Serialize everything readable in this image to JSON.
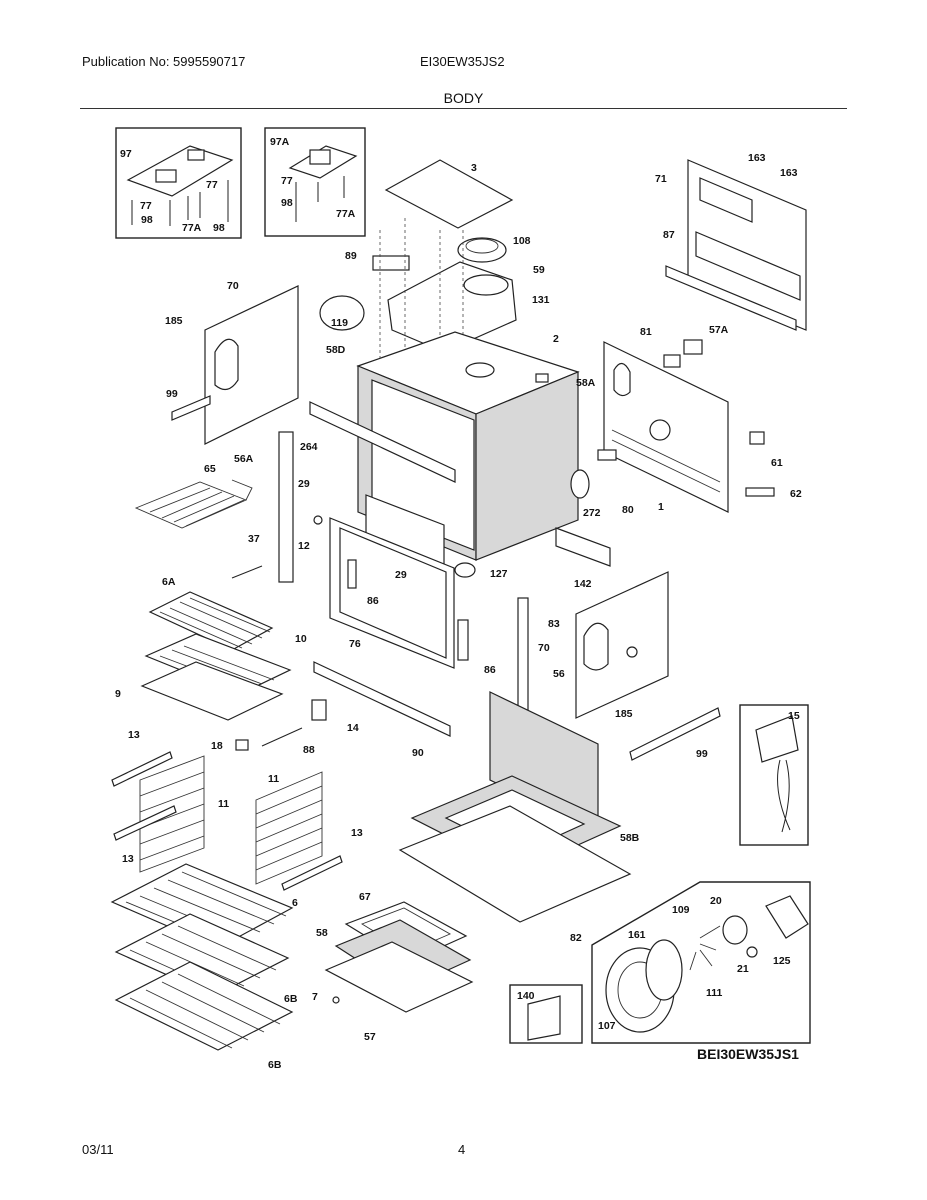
{
  "header": {
    "publication": "Publication No: 5995590717",
    "model": "EI30EW35JS2",
    "section": "BODY"
  },
  "footer": {
    "date": "03/11",
    "page": "4"
  },
  "diagram": {
    "reference": "BEI30EW35JS1",
    "callouts": [
      "97",
      "77",
      "98",
      "77A",
      "97A",
      "3",
      "108",
      "89",
      "59",
      "131",
      "119",
      "58D",
      "2",
      "163",
      "71",
      "87",
      "81",
      "57A",
      "58A",
      "70",
      "185",
      "99",
      "264",
      "56A",
      "65",
      "29",
      "12",
      "61",
      "62",
      "272",
      "80",
      "1",
      "37",
      "127",
      "142",
      "6A",
      "86",
      "83",
      "10",
      "76",
      "56",
      "9",
      "14",
      "88",
      "90",
      "15",
      "13",
      "18",
      "11",
      "58B",
      "6",
      "67",
      "58",
      "82",
      "109",
      "20",
      "161",
      "125",
      "21",
      "111",
      "107",
      "6B",
      "140",
      "7",
      "57"
    ]
  }
}
